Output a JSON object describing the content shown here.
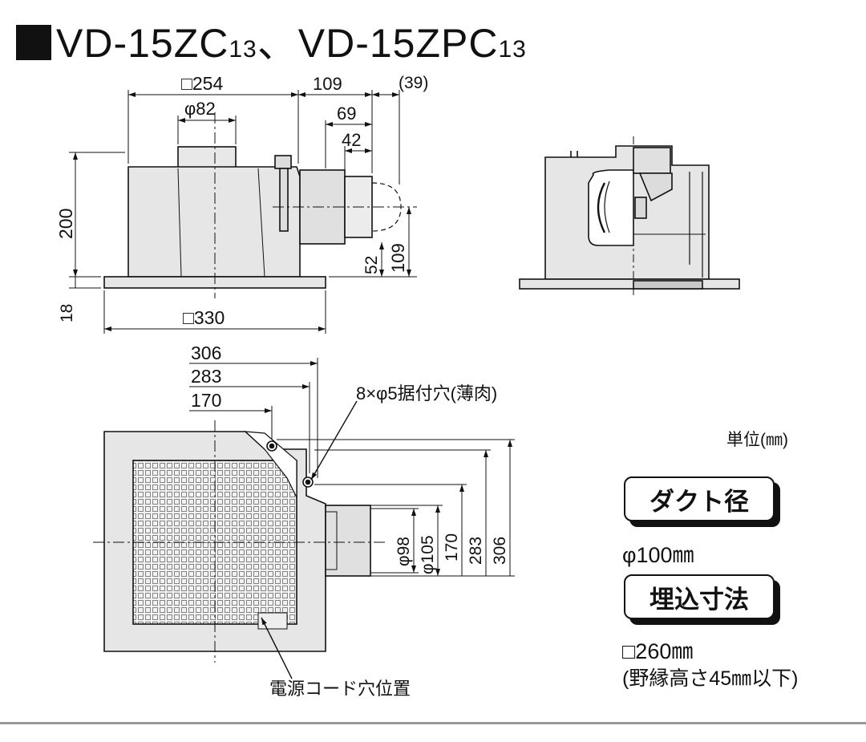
{
  "title": {
    "model_main": "VD-15ZC",
    "model_sub": "13",
    "separator": "、",
    "model2_main": "VD-15ZPC",
    "model2_sub": "13"
  },
  "unit_note": "単位(㎜)",
  "side_view": {
    "dims": {
      "body_width": "□254",
      "top_duct_dia": "φ82",
      "outlet_length": "109",
      "outlet_extension": "(39)",
      "outlet_69": "69",
      "outlet_42": "42",
      "height": "200",
      "flange": "18",
      "outlet_center_52": "52",
      "outlet_center_109": "109",
      "panel_width": "□330"
    }
  },
  "plan_view": {
    "dims": {
      "d306": "306",
      "d283": "283",
      "d170": "170",
      "r170": "170",
      "r283": "283",
      "r306": "306",
      "phi98": "φ98",
      "phi105": "φ105"
    },
    "mount_holes_label": "8×φ5据付穴(薄肉)",
    "power_cord_label": "電源コード穴位置"
  },
  "spec": {
    "duct_title": "ダクト径",
    "duct_value": "φ100㎜",
    "opening_title": "埋込寸法",
    "opening_value": "□260㎜",
    "opening_note": "(野縁高さ45㎜以下)"
  }
}
